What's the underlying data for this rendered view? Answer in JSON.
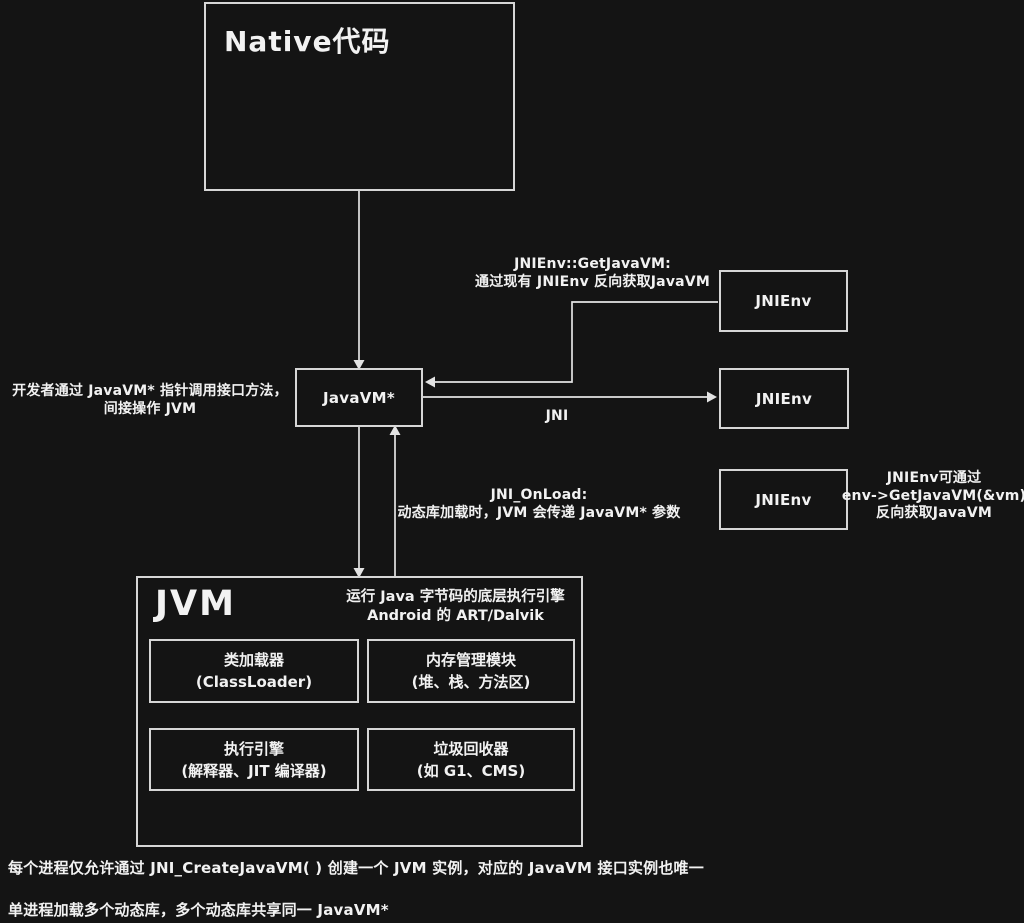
{
  "colors": {
    "background": "#141414",
    "line": "#e3e3e3",
    "border": "#d6d6d6",
    "text": "#f2f2f2"
  },
  "nodes": {
    "native": {
      "label": "Native代码"
    },
    "javavm": {
      "label": "JavaVM*"
    },
    "jnienv_top": {
      "label": "JNIEnv"
    },
    "jnienv_mid": {
      "label": "JNIEnv"
    },
    "jnienv_bottom": {
      "label": "JNIEnv"
    },
    "jvm": {
      "title": "JVM",
      "subtitle_line1": "运行 Java 字节码的底层执行引擎",
      "subtitle_line2": "Android 的 ART/Dalvik",
      "modules": [
        {
          "line1": "类加载器",
          "line2": "(ClassLoader)"
        },
        {
          "line1": "内存管理模块",
          "line2": "(堆、栈、方法区)"
        },
        {
          "line1": "执行引擎",
          "line2": "(解释器、JIT 编译器)"
        },
        {
          "line1": "垃圾回收器",
          "line2": "(如 G1、CMS)"
        }
      ]
    }
  },
  "annotations": {
    "getjavavm": {
      "line1": "JNIEnv::GetJavaVM:",
      "line2": "通过现有 JNIEnv 反向获取JavaVM"
    },
    "developer": {
      "line1": "开发者通过 JavaVM* 指针调用接口方法，",
      "line2": "间接操作 JVM"
    },
    "jni_label": "JNI",
    "onload": {
      "line1": "JNI_OnLoad:",
      "line2": "动态库加载时，JVM 会传递 JavaVM* 参数"
    },
    "env_getjavavm": {
      "line1": "JNIEnv可通过",
      "line2": "env->GetJavaVM(&vm)",
      "line3": "反向获取JavaVM"
    }
  },
  "footnotes": {
    "line1": "每个进程仅允许通过 JNI_CreateJavaVM( ) 创建一个 JVM 实例，对应的 JavaVM 接口实例也唯一",
    "line2": "单进程加载多个动态库，多个动态库共享同一 JavaVM*"
  }
}
